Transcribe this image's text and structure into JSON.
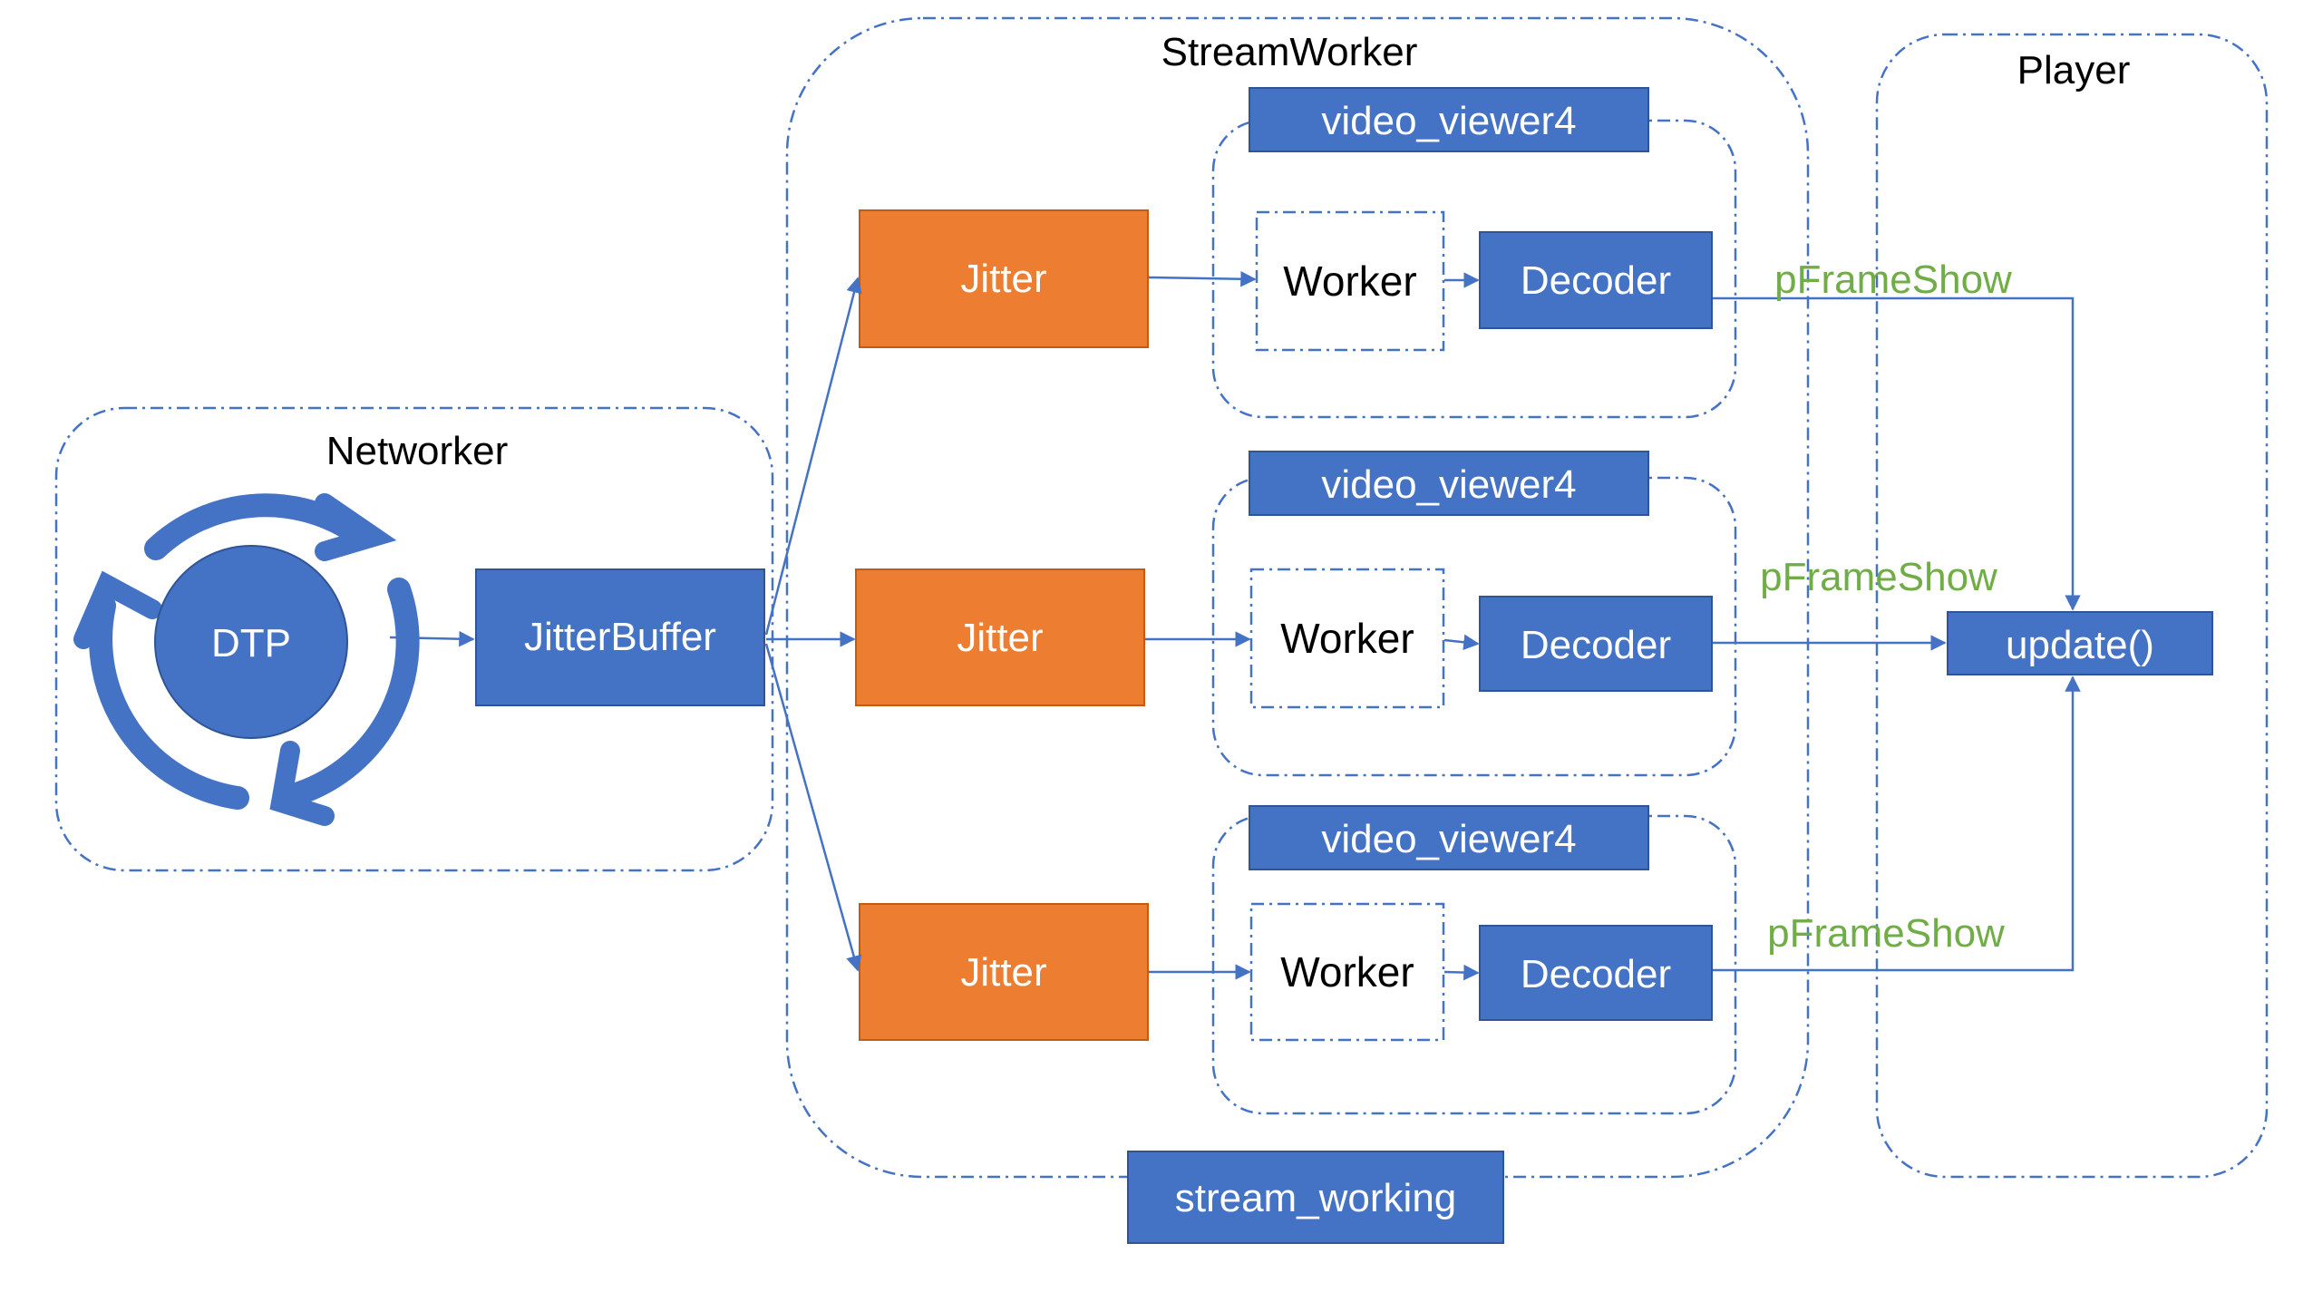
{
  "colors": {
    "blue": "#4472c4",
    "orange": "#ed7d31",
    "green": "#70ad47",
    "black": "#000000",
    "white": "#ffffff"
  },
  "groups": {
    "networker": "Networker",
    "streamworker": "StreamWorker",
    "player": "Player"
  },
  "nodes": {
    "dtp": "DTP",
    "jitterbuffer": "JitterBuffer",
    "jitter": "Jitter",
    "video_viewer": "video_viewer4",
    "worker": "Worker",
    "decoder": "Decoder",
    "update": "update()",
    "stream_working": "stream_working"
  },
  "edge_labels": {
    "pframeshow": "pFrameShow"
  },
  "icons": {
    "cycle": "cycle-arrows-icon"
  }
}
